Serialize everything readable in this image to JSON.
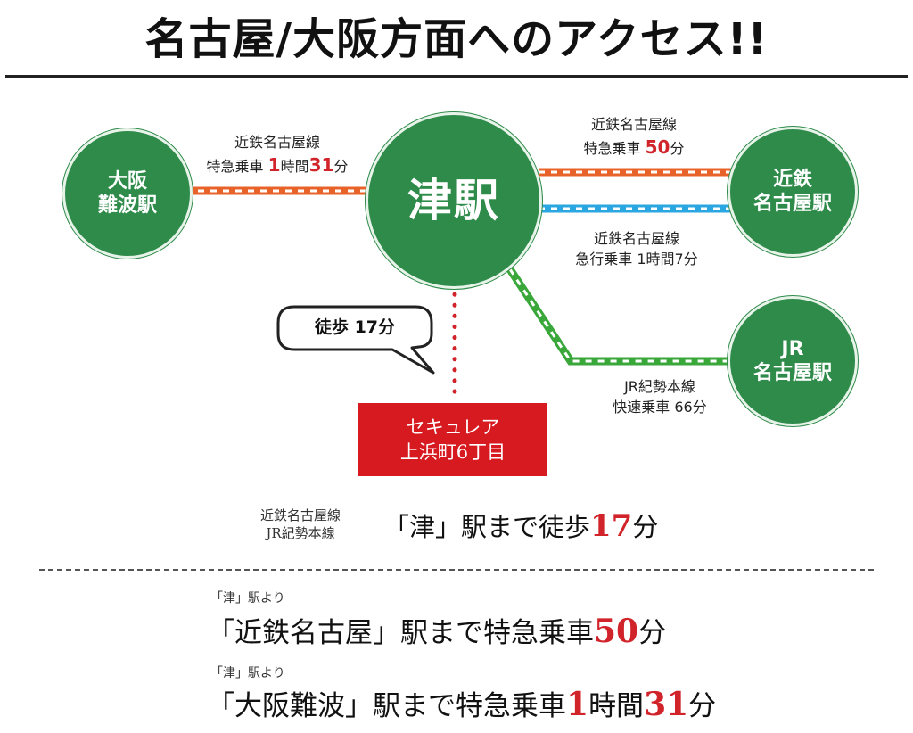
{
  "title": "名古屋/大阪方面へのアクセス!!",
  "colors": {
    "station_green": "#2e8b4a",
    "kintetsu_orange": "#e8632a",
    "kintetsu_blue": "#2aa6e0",
    "jr_green": "#3aa73a",
    "walk_red": "#d1232a",
    "dest_red": "#d71920"
  },
  "stations": {
    "osaka": {
      "line1": "大阪",
      "line2": "難波駅"
    },
    "tsu": {
      "name": "津駅"
    },
    "kintetsu_nagoya": {
      "line1": "近鉄",
      "line2": "名古屋駅"
    },
    "jr_nagoya": {
      "line1": "JR",
      "line2": "名古屋駅"
    }
  },
  "routes": {
    "to_osaka": {
      "line": "近鉄名古屋線",
      "service": "特急乗車",
      "time_a": "1",
      "unit_a": "時間",
      "time_b": "31",
      "unit_b": "分"
    },
    "to_kintetsu_express": {
      "line": "近鉄名古屋線",
      "service": "特急乗車",
      "time": "50",
      "unit": "分"
    },
    "to_kintetsu_rapid": {
      "line": "近鉄名古屋線",
      "service": "急行乗車",
      "time": "1時間7分"
    },
    "to_jr": {
      "line": "JR紀勢本線",
      "service": "快速乗車",
      "time": "66分"
    }
  },
  "walk": {
    "bubble": "徒歩 17分"
  },
  "destination": {
    "line1": "セキュレア",
    "line2": "上浜町6丁目"
  },
  "access": {
    "lines": [
      "近鉄名古屋線",
      "JR紀勢本線"
    ],
    "walk_prefix": "「津」駅まで徒歩",
    "walk_time": "17",
    "walk_unit": "分",
    "rows": [
      {
        "from": "「津」駅より",
        "prefix": "「近鉄名古屋」駅まで特急乗車",
        "time_a": "50",
        "unit_a": "分"
      },
      {
        "from": "「津」駅より",
        "prefix": "「大阪難波」駅まで特急乗車",
        "time_a": "1",
        "unit_a": "時間",
        "time_b": "31",
        "unit_b": "分"
      }
    ]
  }
}
